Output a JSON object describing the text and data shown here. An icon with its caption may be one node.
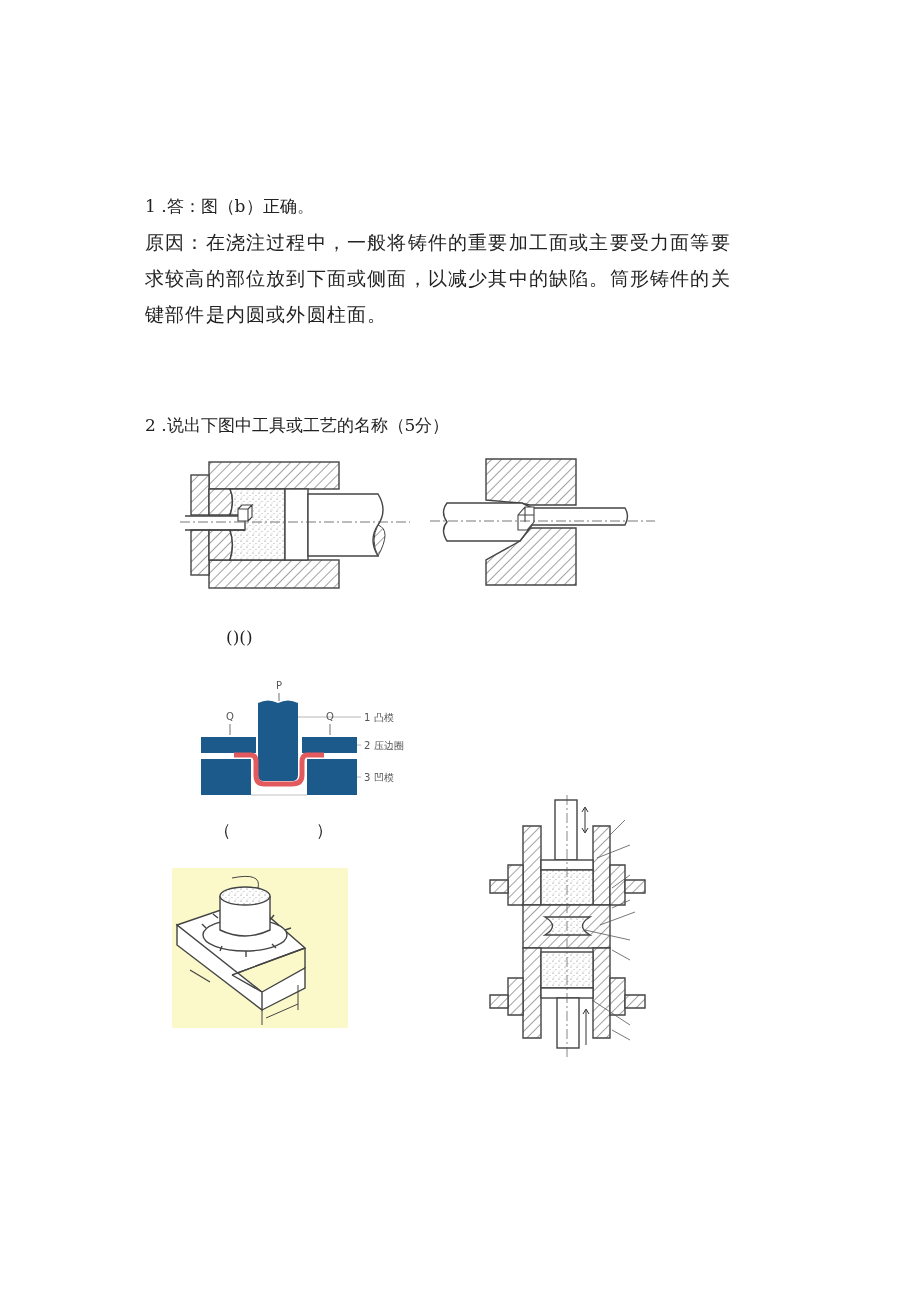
{
  "diagram": {
    "labels": [
      "1 .答：图（b）正确。",
      "原因：在浇注过程中，一般将铸件的重要加工面或主要受力面等要求较高的部位放到下面或侧面，以减少其中的缺陷。筒形铸件的关键部件是内圆或外圆柱面。",
      "2 .说出下图中工具或工艺的名称（5分）",
      "()()",
      "P",
      "Q",
      "Q",
      "1 凸模",
      "2 压边圈",
      "3 凹模",
      "（　　　　　）"
    ]
  }
}
